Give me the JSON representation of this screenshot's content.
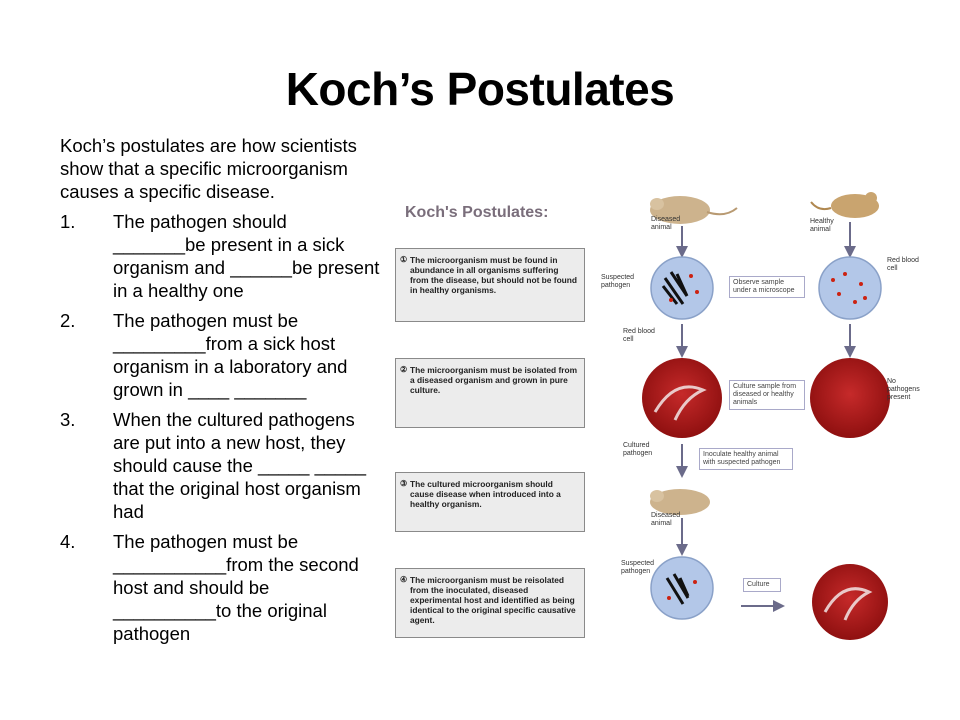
{
  "slide": {
    "title": "Koch’s Postulates",
    "intro": "Koch’s postulates are how scientists show that a specific microorganism causes a specific disease.",
    "items": [
      {
        "num": "1.",
        "text": "The pathogen should _______be present in a sick organism and ______be present in a healthy one"
      },
      {
        "num": "2.",
        "text": "The pathogen must be _________from a sick host organism in a laboratory and grown in ____ _______"
      },
      {
        "num": "3.",
        "text": "When the cultured pathogens are put into a new host, they should cause the _____ _____ that the original host organism had"
      },
      {
        "num": "4.",
        "text": "The pathogen must be ___________from the second host and should be __________to the original pathogen"
      }
    ]
  },
  "figure": {
    "title": "Koch's Postulates:",
    "steps": [
      {
        "num": "①",
        "text": "The microorganism must be found in abundance in all organisms suffering from the disease, but should not be found in healthy organisms."
      },
      {
        "num": "②",
        "text": "The microorganism must be isolated from a diseased organism and grown in pure culture."
      },
      {
        "num": "③",
        "text": "The cultured microorganism should cause disease when introduced into a healthy organism."
      },
      {
        "num": "④",
        "text": "The microorganism must be reisolated from the inoculated, diseased experimental host and identified as being identical to the original specific causative agent."
      }
    ],
    "labels": {
      "diseased_animal": "Diseased animal",
      "healthy_animal": "Healthy animal",
      "suspected_pathogen": "Suspected pathogen",
      "red_blood_cell": "Red blood cell",
      "observe": "Observe sample under a microscope",
      "culture_sample": "Culture sample from diseased or healthy animals",
      "no_pathogens": "No pathogens present",
      "cultured_pathogen": "Cultured pathogen",
      "inoculate": "Inoculate healthy animal with suspected pathogen",
      "culture": "Culture"
    },
    "colors": {
      "dish_blue": "#b3c7e8",
      "culture_red": "#a11616",
      "arrow": "#6b6b8a",
      "mouse": "#cdb38d"
    }
  }
}
